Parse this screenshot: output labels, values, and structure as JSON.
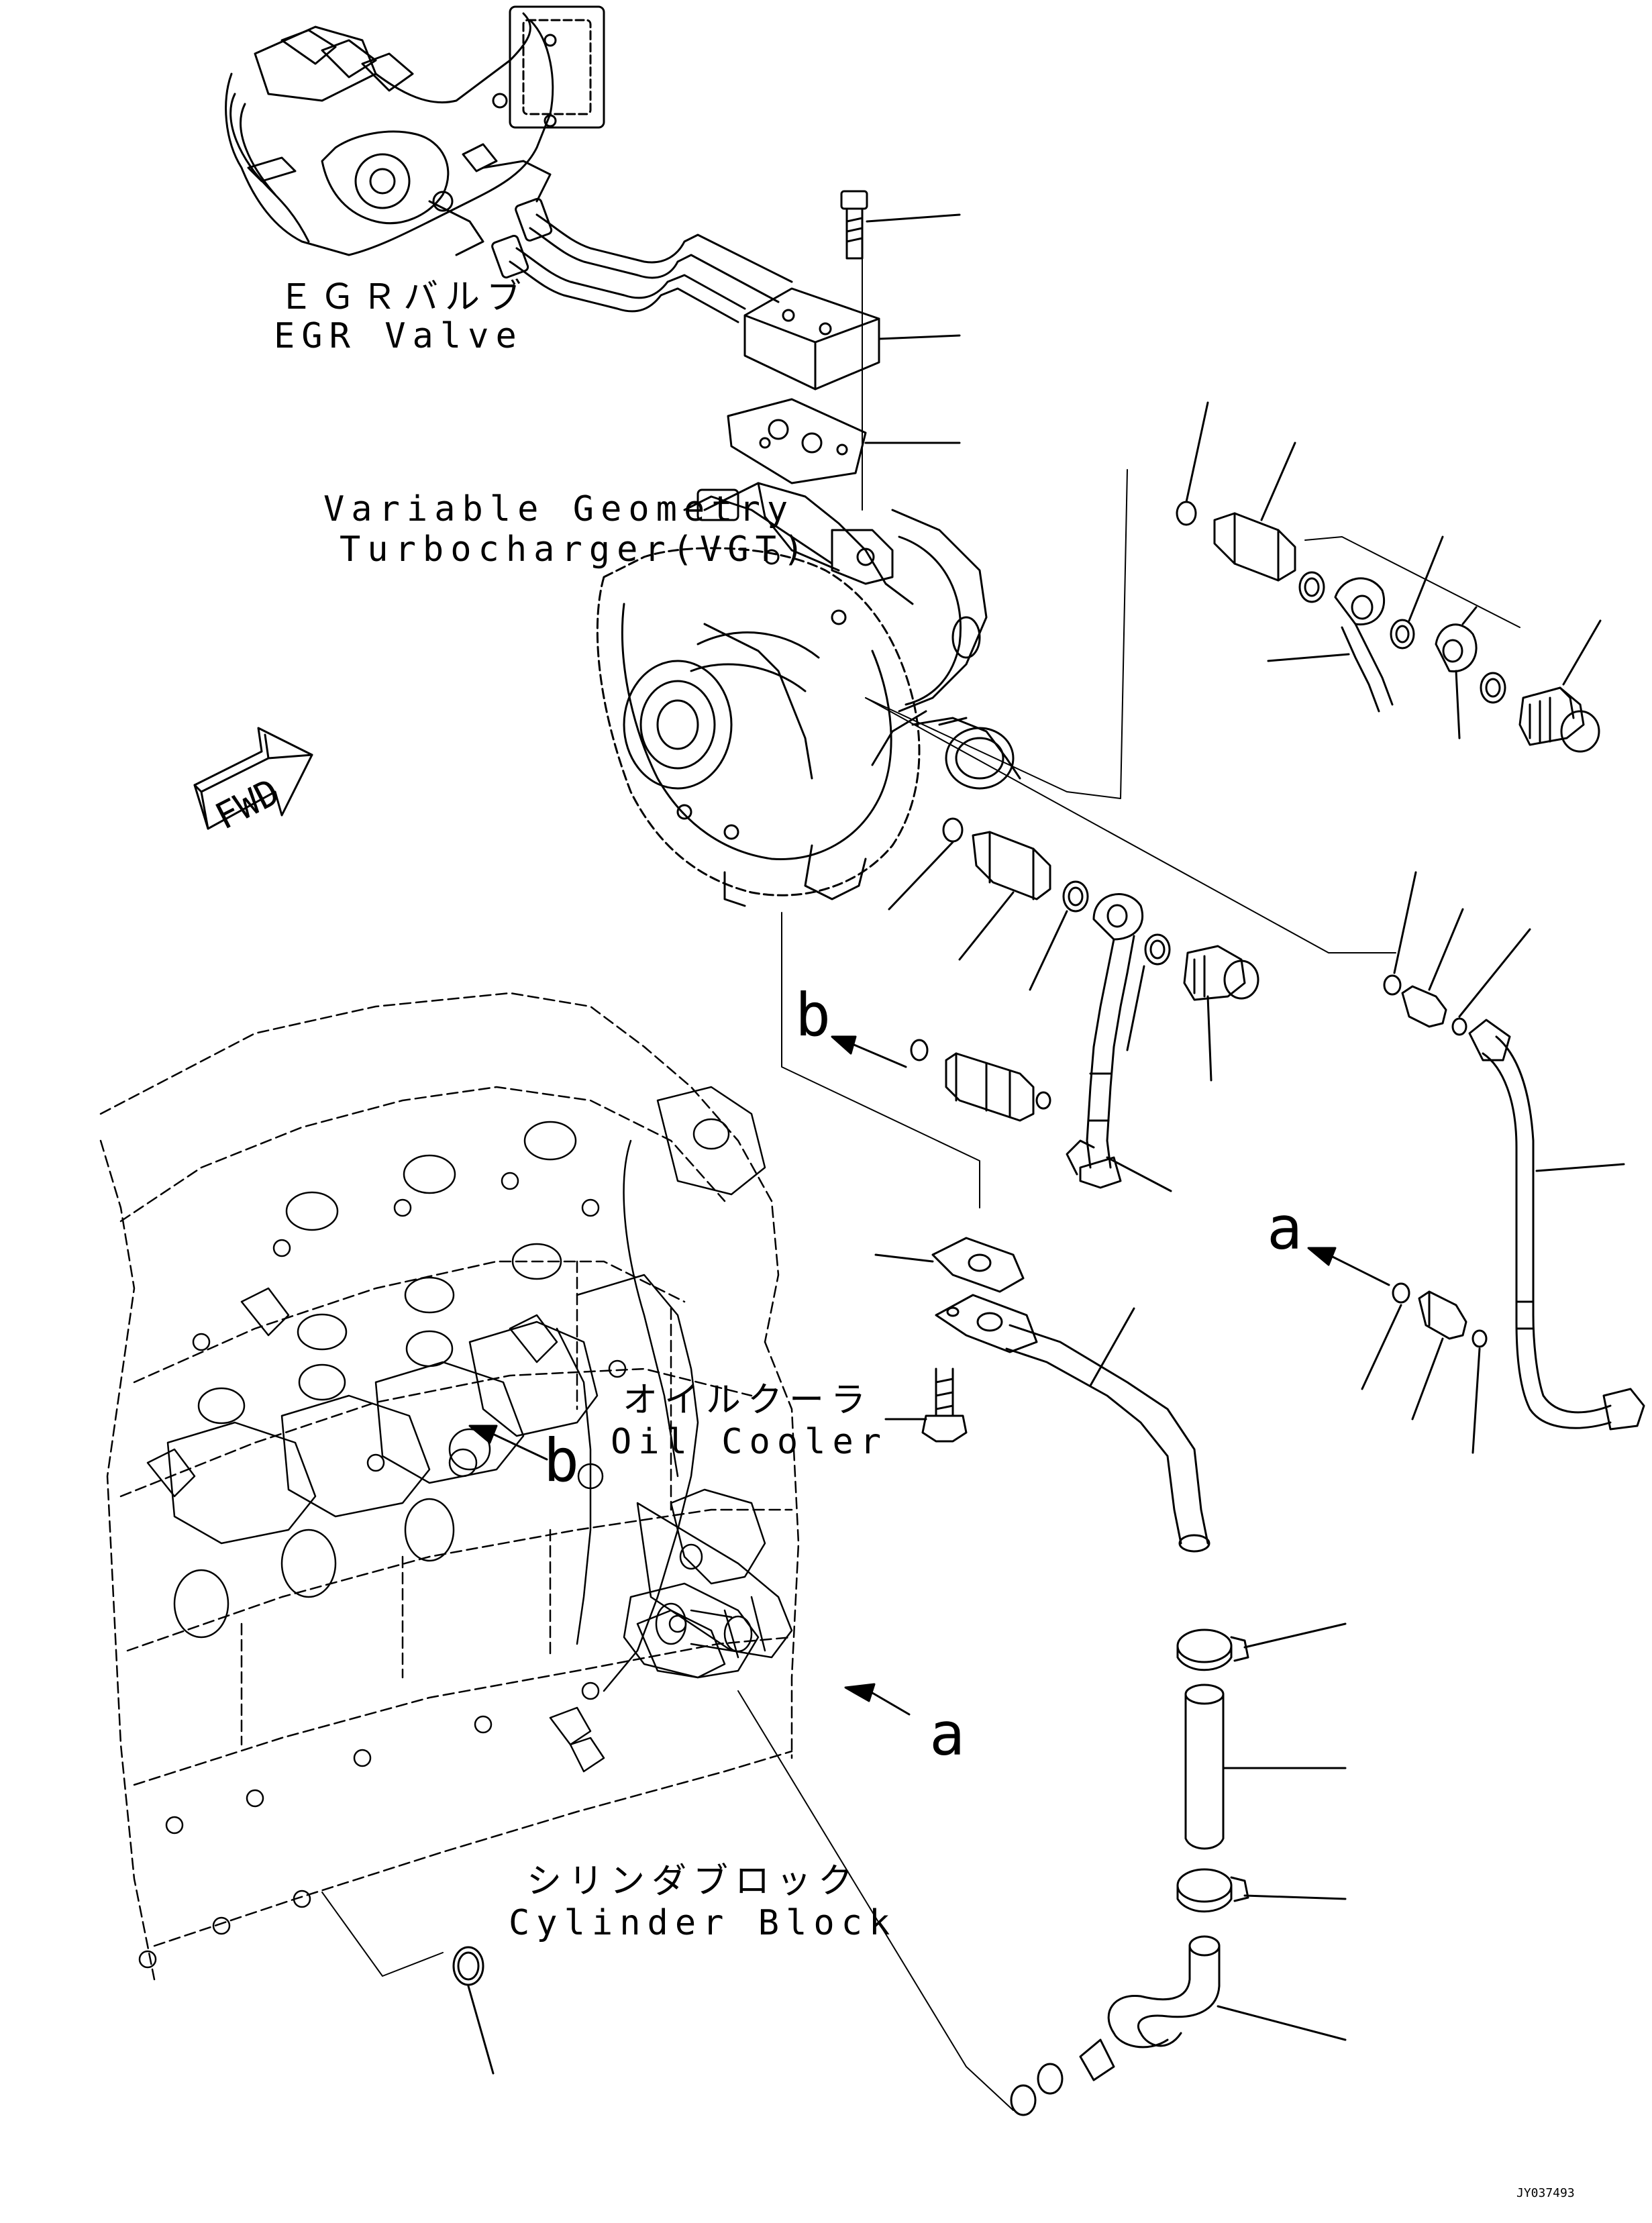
{
  "labels": {
    "egr_jp": "ＥＧＲバルブ",
    "egr_en": "EGR Valve",
    "vgt_line1": "Variable Geometry",
    "vgt_line2": "Turbocharger(VGT)",
    "oil_cooler_jp": "オイルクーラ",
    "oil_cooler_en": "Oil Cooler",
    "cyl_block_jp": "シリンダブロック",
    "cyl_block_en": "Cylinder Block",
    "fwd": "FWD",
    "ref_a": "a",
    "ref_b": "b",
    "drawing_code": "JY037493"
  },
  "colors": {
    "ink": "#000000",
    "paper": "#ffffff"
  }
}
